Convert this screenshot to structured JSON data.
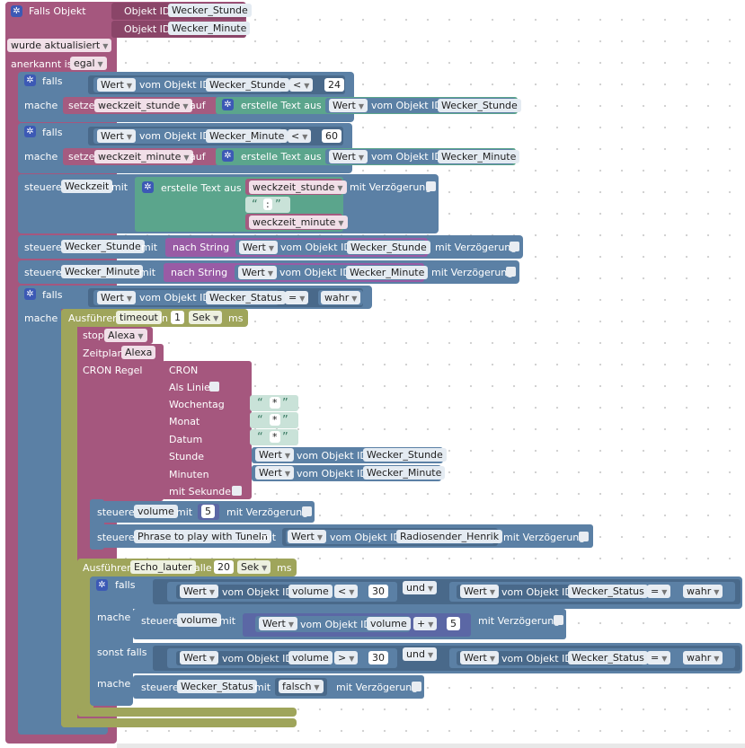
{
  "event": {
    "title": "Falls Objekt",
    "obj_label": "Objekt ID",
    "obj1": "Wecker_Stunde",
    "obj2": "Wecker_Minute",
    "updated": "wurde aktualisiert",
    "ack_label": "anerkannt ist",
    "ack_value": "egal"
  },
  "common": {
    "falls": "falls",
    "mache": "mache",
    "wert": "Wert",
    "vom_objekt": "vom Objekt ID",
    "setze": "setze",
    "auf": "auf",
    "erstelle_text": "erstelle Text aus",
    "steuere": "steuere",
    "mit": "mit",
    "mit_verz": "mit Verzögerung",
    "nach_string": "nach String",
    "und": "und",
    "sonst_falls": "sonst falls",
    "quote_open": "“",
    "quote_close": "”"
  },
  "if1": {
    "obj": "Wecker_Stunde",
    "op": "<",
    "num": "24",
    "var": "weckzeit_stunde",
    "src": "Wecker_Stunde"
  },
  "if2": {
    "obj": "Wecker_Minute",
    "op": "<",
    "num": "60",
    "var": "weckzeit_minute",
    "src": "Wecker_Minute"
  },
  "weckzeit": {
    "target": "Weckzeit",
    "var1": "weckzeit_stunde",
    "sep": ":",
    "var2": "weckzeit_minute"
  },
  "ctrl_stunde": {
    "target": "Wecker_Stunde",
    "src": "Wecker_Stunde"
  },
  "ctrl_minute": {
    "target": "Wecker_Minute",
    "src": "Wecker_Minute"
  },
  "if3": {
    "obj": "Wecker_Status",
    "op": "=",
    "value": "wahr"
  },
  "timeout": {
    "label": "Ausführen",
    "name": "timeout",
    "in": "in",
    "num": "1",
    "unit": "Sek",
    "ms": "ms"
  },
  "stop": {
    "label": "stop",
    "name": "Alexa"
  },
  "schedule": {
    "label": "Zeitplan",
    "name": "Alexa",
    "cron_label": "CRON Regel"
  },
  "cron": {
    "title": "CRON",
    "line": "Als Linie",
    "wochentag": "Wochentag",
    "monat": "Monat",
    "datum": "Datum",
    "stunde": "Stunde",
    "minuten": "Minuten",
    "sekunden": "mit Sekunden",
    "star": "*",
    "stunde_obj": "Wecker_Stunde",
    "minute_obj": "Wecker_Minute"
  },
  "ctrl_volume": {
    "target": "volume",
    "num": "5"
  },
  "ctrl_phrase": {
    "target": "Phrase to play with TuneIn",
    "obj": "Radiosender_Henrik"
  },
  "interval": {
    "label": "Ausführen",
    "name": "Echo_lauter",
    "alle": "alle",
    "num": "20",
    "unit": "Sek",
    "ms": "ms"
  },
  "if4": {
    "obj": "volume",
    "op": "<",
    "num": "30",
    "obj2": "Wecker_Status",
    "op2": "=",
    "value": "wahr"
  },
  "inc": {
    "target": "volume",
    "obj": "volume",
    "op": "+",
    "num": "5"
  },
  "elif": {
    "obj": "volume",
    "op": ">",
    "num": "30",
    "obj2": "Wecker_Status",
    "op2": "=",
    "value": "wahr"
  },
  "ctrl_status": {
    "target": "Wecker_Status",
    "value": "falsch"
  }
}
